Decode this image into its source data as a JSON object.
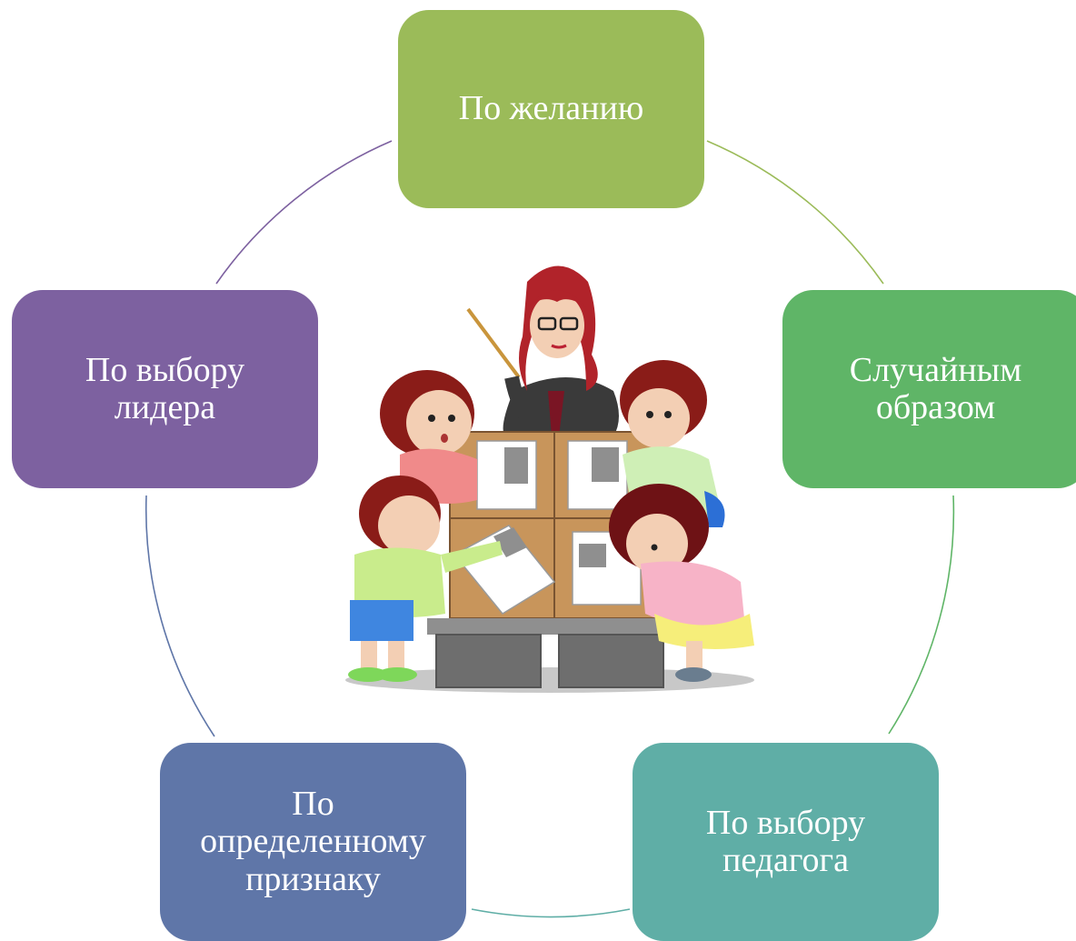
{
  "diagram": {
    "nodes": [
      {
        "id": "top",
        "label": "По желанию",
        "color": "#9bbb59"
      },
      {
        "id": "right",
        "label": "Случайным\nобразом",
        "color": "#5fb567"
      },
      {
        "id": "br",
        "label": "По выбору\nпедагога",
        "color": "#5faea6"
      },
      {
        "id": "bl",
        "label": "По\nопределенному\nпризнаку",
        "color": "#5f76a8"
      },
      {
        "id": "left",
        "label": "По выбору\nлидера",
        "color": "#7d61a0"
      }
    ],
    "connector_colors": [
      "#9bbb59",
      "#5fb567",
      "#5faea6",
      "#5f76a8",
      "#7d61a0"
    ],
    "illustration": "teacher-with-children-at-desks"
  }
}
